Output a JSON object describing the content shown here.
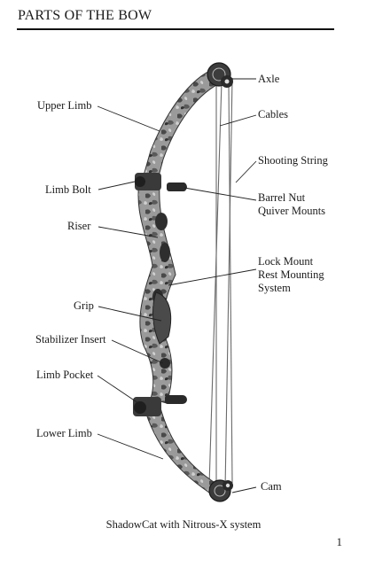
{
  "page": {
    "title": "PARTS OF THE BOW",
    "caption": "ShadowCat with Nitrous-X system",
    "page_number": "1"
  },
  "labels_left": {
    "upper_limb": "Upper Limb",
    "limb_bolt": "Limb Bolt",
    "riser": "Riser",
    "grip": "Grip",
    "stabilizer_insert": "Stabilizer Insert",
    "limb_pocket": "Limb Pocket",
    "lower_limb": "Lower Limb"
  },
  "labels_right": {
    "axle": "Axle",
    "cables": "Cables",
    "shooting_string": "Shooting String",
    "barrel_nut_line1": "Barrel Nut",
    "barrel_nut_line2": "Quiver Mounts",
    "lock_mount_line1": "Lock Mount",
    "lock_mount_line2": "Rest Mounting",
    "lock_mount_line3": "System",
    "cam": "Cam"
  },
  "colors": {
    "camo_dark": "#3a3a3a",
    "camo_mid": "#8a8a8a",
    "camo_light": "#c8c8c8",
    "line": "#222222"
  }
}
